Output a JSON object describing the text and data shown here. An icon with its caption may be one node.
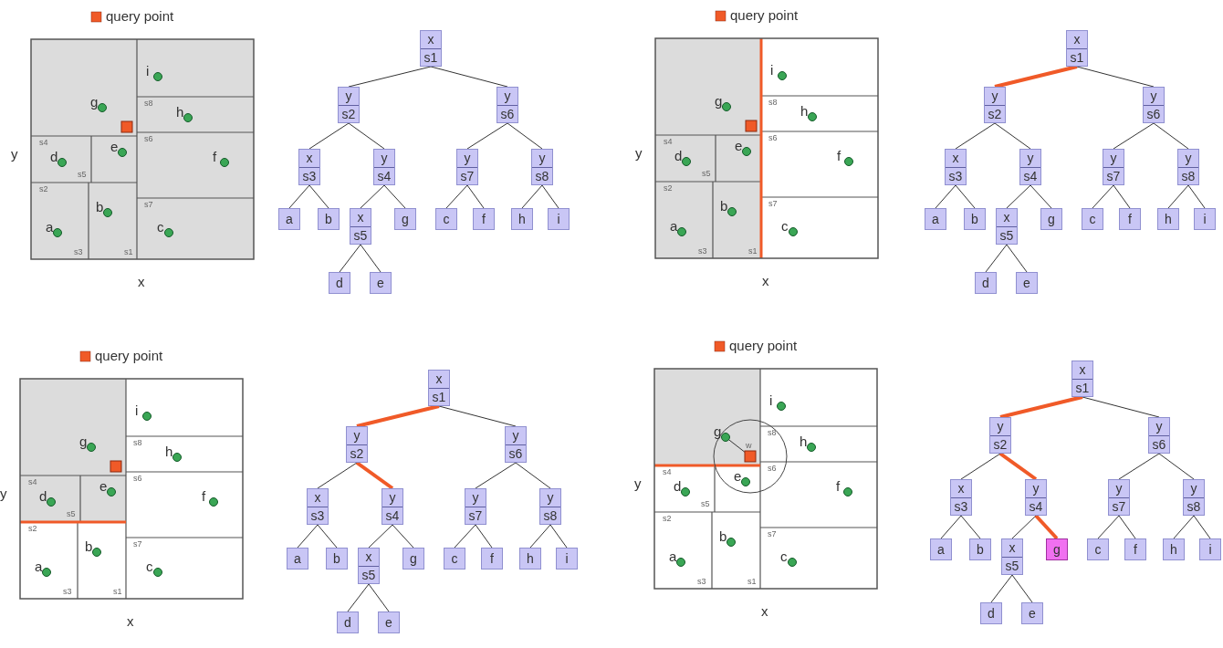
{
  "diagram": {
    "nodes": [
      {
        "text": [
          "x",
          "s1"
        ]
      },
      {
        "text": [
          "y",
          "s2"
        ]
      },
      {
        "text": [
          "y",
          "s6"
        ]
      },
      {
        "text": [
          "x",
          "s3"
        ]
      },
      {
        "text": [
          "y",
          "s4"
        ]
      },
      {
        "text": [
          "y",
          "s7"
        ]
      },
      {
        "text": [
          "y",
          "s8"
        ]
      },
      {
        "text": [
          "a"
        ]
      },
      {
        "text": [
          "b"
        ]
      },
      {
        "text": [
          "x",
          "s5"
        ]
      },
      {
        "text": [
          "g"
        ]
      },
      {
        "text": [
          "c"
        ]
      },
      {
        "text": [
          "f"
        ]
      },
      {
        "text": [
          "h"
        ]
      },
      {
        "text": [
          "i"
        ]
      },
      {
        "text": [
          "d"
        ]
      },
      {
        "text": [
          "e"
        ]
      },
      {
        "text": [
          "x",
          "s1"
        ]
      },
      {
        "text": [
          "y",
          "s2"
        ]
      },
      {
        "text": [
          "y",
          "s6"
        ]
      },
      {
        "text": [
          "x",
          "s3"
        ]
      },
      {
        "text": [
          "y",
          "s4"
        ]
      },
      {
        "text": [
          "y",
          "s7"
        ]
      },
      {
        "text": [
          "y",
          "s8"
        ]
      },
      {
        "text": [
          "a"
        ]
      },
      {
        "text": [
          "b"
        ]
      },
      {
        "text": [
          "x",
          "s5"
        ]
      },
      {
        "text": [
          "g"
        ]
      },
      {
        "text": [
          "c"
        ]
      },
      {
        "text": [
          "f"
        ]
      },
      {
        "text": [
          "h"
        ]
      },
      {
        "text": [
          "i"
        ]
      },
      {
        "text": [
          "d"
        ]
      },
      {
        "text": [
          "e"
        ]
      },
      {
        "text": [
          "x",
          "s1"
        ]
      },
      {
        "text": [
          "y",
          "s2"
        ]
      },
      {
        "text": [
          "y",
          "s6"
        ]
      },
      {
        "text": [
          "x",
          "s3"
        ]
      },
      {
        "text": [
          "y",
          "s4"
        ]
      },
      {
        "text": [
          "y",
          "s7"
        ]
      },
      {
        "text": [
          "y",
          "s8"
        ]
      },
      {
        "text": [
          "a"
        ]
      },
      {
        "text": [
          "b"
        ]
      },
      {
        "text": [
          "x",
          "s5"
        ]
      },
      {
        "text": [
          "g"
        ]
      },
      {
        "text": [
          "c"
        ]
      },
      {
        "text": [
          "f"
        ]
      },
      {
        "text": [
          "h"
        ]
      },
      {
        "text": [
          "i"
        ]
      },
      {
        "text": [
          "d"
        ]
      },
      {
        "text": [
          "e"
        ]
      },
      {
        "text": [
          "x",
          "s1"
        ]
      },
      {
        "text": [
          "y",
          "s2"
        ]
      },
      {
        "text": [
          "y",
          "s6"
        ]
      },
      {
        "text": [
          "x",
          "s3"
        ]
      },
      {
        "text": [
          "y",
          "s4"
        ]
      },
      {
        "text": [
          "y",
          "s7"
        ]
      },
      {
        "text": [
          "y",
          "s8"
        ]
      },
      {
        "text": [
          "a"
        ]
      },
      {
        "text": [
          "b"
        ]
      },
      {
        "text": [
          "x",
          "s5"
        ]
      },
      {
        "text": [
          "g"
        ]
      },
      {
        "text": [
          "c"
        ]
      },
      {
        "text": [
          "f"
        ]
      },
      {
        "text": [
          "h"
        ]
      },
      {
        "text": [
          "i"
        ]
      },
      {
        "text": [
          "d"
        ]
      },
      {
        "text": [
          "e"
        ]
      }
    ],
    "edges": [
      {
        "from": 0,
        "to": 1,
        "arrow": "none"
      },
      {
        "from": 0,
        "to": 2,
        "arrow": "none"
      },
      {
        "from": 1,
        "to": 3,
        "arrow": "none"
      },
      {
        "from": 1,
        "to": 4,
        "arrow": "none"
      },
      {
        "from": 2,
        "to": 5,
        "arrow": "none"
      },
      {
        "from": 2,
        "to": 6,
        "arrow": "none"
      },
      {
        "from": 3,
        "to": 7,
        "arrow": "none"
      },
      {
        "from": 3,
        "to": 8,
        "arrow": "none"
      },
      {
        "from": 4,
        "to": 9,
        "arrow": "none"
      },
      {
        "from": 4,
        "to": 10,
        "arrow": "none"
      },
      {
        "from": 5,
        "to": 11,
        "arrow": "none"
      },
      {
        "from": 5,
        "to": 12,
        "arrow": "none"
      },
      {
        "from": 6,
        "to": 13,
        "arrow": "none"
      },
      {
        "from": 6,
        "to": 14,
        "arrow": "none"
      },
      {
        "from": 9,
        "to": 15,
        "arrow": "none"
      },
      {
        "from": 9,
        "to": 16,
        "arrow": "none"
      },
      {
        "from": 17,
        "to": 18,
        "arrow": "none",
        "style": "thick",
        "color": "#f05a28"
      },
      {
        "from": 17,
        "to": 19,
        "arrow": "none"
      },
      {
        "from": 18,
        "to": 20,
        "arrow": "none"
      },
      {
        "from": 18,
        "to": 21,
        "arrow": "none"
      },
      {
        "from": 19,
        "to": 22,
        "arrow": "none"
      },
      {
        "from": 19,
        "to": 23,
        "arrow": "none"
      },
      {
        "from": 20,
        "to": 24,
        "arrow": "none"
      },
      {
        "from": 20,
        "to": 25,
        "arrow": "none"
      },
      {
        "from": 21,
        "to": 26,
        "arrow": "none"
      },
      {
        "from": 21,
        "to": 27,
        "arrow": "none"
      },
      {
        "from": 22,
        "to": 28,
        "arrow": "none"
      },
      {
        "from": 22,
        "to": 29,
        "arrow": "none"
      },
      {
        "from": 23,
        "to": 30,
        "arrow": "none"
      },
      {
        "from": 23,
        "to": 31,
        "arrow": "none"
      },
      {
        "from": 26,
        "to": 32,
        "arrow": "none"
      },
      {
        "from": 26,
        "to": 33,
        "arrow": "none"
      },
      {
        "from": 34,
        "to": 35,
        "arrow": "none",
        "style": "thick",
        "color": "#f05a28"
      },
      {
        "from": 34,
        "to": 36,
        "arrow": "none"
      },
      {
        "from": 35,
        "to": 37,
        "arrow": "none"
      },
      {
        "from": 35,
        "to": 38,
        "arrow": "none",
        "style": "thick",
        "color": "#f05a28"
      },
      {
        "from": 36,
        "to": 39,
        "arrow": "none"
      },
      {
        "from": 36,
        "to": 40,
        "arrow": "none"
      },
      {
        "from": 37,
        "to": 41,
        "arrow": "none"
      },
      {
        "from": 37,
        "to": 42,
        "arrow": "none"
      },
      {
        "from": 38,
        "to": 43,
        "arrow": "none"
      },
      {
        "from": 38,
        "to": 44,
        "arrow": "none"
      },
      {
        "from": 39,
        "to": 45,
        "arrow": "none"
      },
      {
        "from": 39,
        "to": 46,
        "arrow": "none"
      },
      {
        "from": 40,
        "to": 47,
        "arrow": "none"
      },
      {
        "from": 40,
        "to": 48,
        "arrow": "none"
      },
      {
        "from": 43,
        "to": 49,
        "arrow": "none"
      },
      {
        "from": 43,
        "to": 50,
        "arrow": "none"
      },
      {
        "from": 51,
        "to": 52,
        "arrow": "none",
        "style": "thick",
        "color": "#f05a28"
      },
      {
        "from": 51,
        "to": 53,
        "arrow": "none"
      },
      {
        "from": 52,
        "to": 54,
        "arrow": "none"
      },
      {
        "from": 52,
        "to": 55,
        "arrow": "none",
        "style": "thick",
        "color": "#f05a28"
      },
      {
        "from": 53,
        "to": 56,
        "arrow": "none"
      },
      {
        "from": 53,
        "to": 57,
        "arrow": "none"
      },
      {
        "from": 54,
        "to": 58,
        "arrow": "none"
      },
      {
        "from": 54,
        "to": 59,
        "arrow": "none"
      },
      {
        "from": 55,
        "to": 60,
        "arrow": "none"
      },
      {
        "from": 55,
        "to": 61,
        "arrow": "none",
        "style": "thick",
        "color": "#f05a28"
      },
      {
        "from": 56,
        "to": 62,
        "arrow": "none"
      },
      {
        "from": 56,
        "to": 63,
        "arrow": "none"
      },
      {
        "from": 57,
        "to": 64,
        "arrow": "none"
      },
      {
        "from": 57,
        "to": 65,
        "arrow": "none"
      },
      {
        "from": 60,
        "to": 66,
        "arrow": "none"
      },
      {
        "from": 60,
        "to": 67,
        "arrow": "none"
      }
    ],
    "labels": [
      "i",
      "g",
      "s8",
      "h",
      "s4",
      "d",
      "e",
      "s6",
      "f",
      "s5",
      "y",
      "s2",
      "b",
      "s7",
      "c",
      "a",
      "s3",
      "s1",
      "x",
      "i",
      "g",
      "s8",
      "h",
      "s4",
      "d",
      "e",
      "s6",
      "f",
      "s5",
      "y",
      "s2",
      "b",
      "s7",
      "c",
      "a",
      "s3",
      "s1",
      "x",
      "i",
      "g",
      "s8",
      "h",
      "s4",
      "d",
      "e",
      "s6",
      "f",
      "s5",
      "y",
      "s2",
      "b",
      "s7",
      "c",
      "a",
      "s3",
      "s1",
      "x",
      "i",
      "g",
      "w",
      "s8",
      "h",
      "s4",
      "d",
      "e",
      "s6",
      "f",
      "s5",
      "y",
      "s2",
      "b",
      "s7",
      "c",
      "a",
      "s3",
      "s1",
      "x"
    ],
    "legend": [
      {
        "text": "query point",
        "color": "#f05a28"
      },
      {
        "text": "query point",
        "color": "#f05a28"
      },
      {
        "text": "query point",
        "color": "#f05a28"
      },
      {
        "text": "query point",
        "color": "#f05a28"
      }
    ]
  }
}
